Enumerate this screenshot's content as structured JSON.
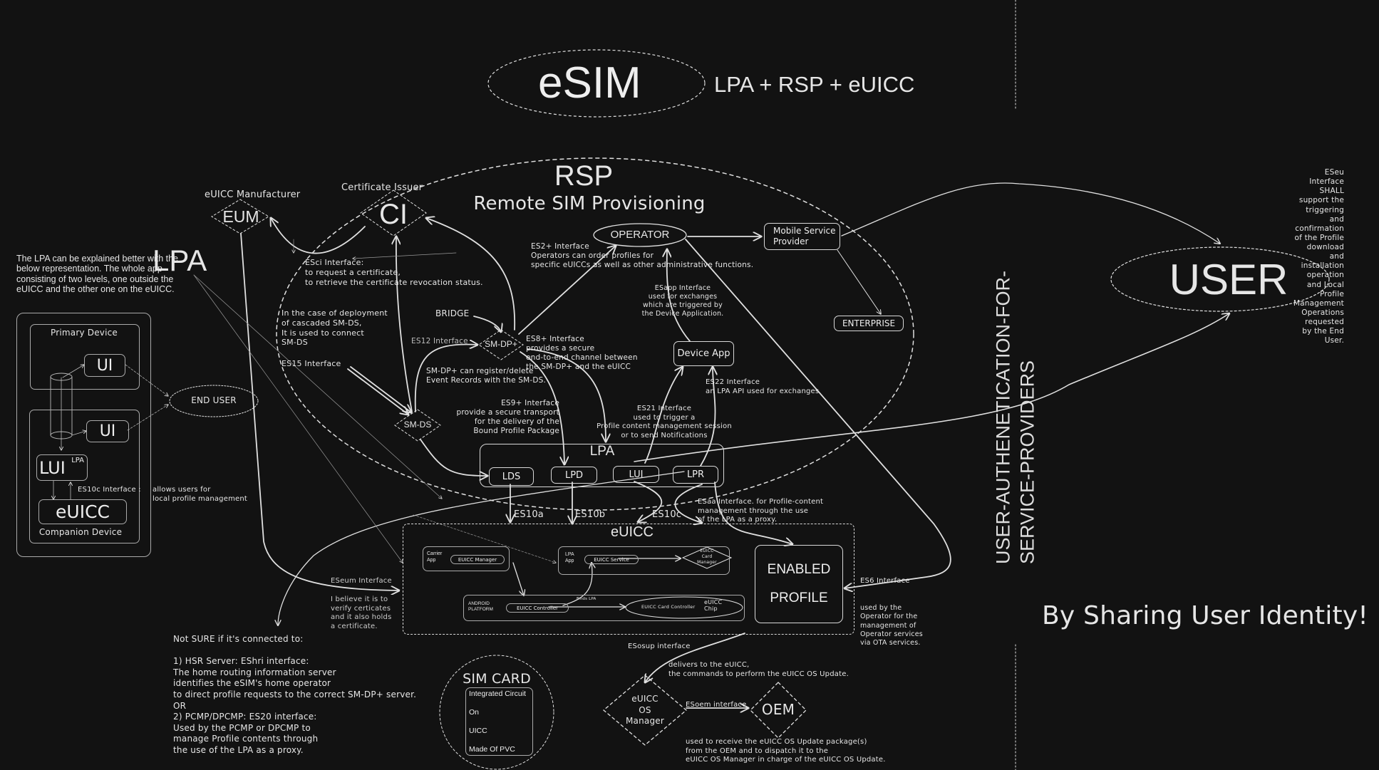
{
  "title": {
    "esim": "eSIM",
    "formula": "LPA + RSP + eUICC"
  },
  "rsp": {
    "title": "RSP",
    "subtitle": "Remote SIM Provisioning"
  },
  "divider_text": "USER-AUTHENETICATION-FOR-SERVICE-PROVIDERS",
  "user": {
    "label": "USER",
    "tagline": "By Sharing User Identity!"
  },
  "eseu": "ESeu Interface\nSHALL support the triggering and confirmation\nof the Profile download and installation operation\nand Local Profile Management Operations\nrequested by the End User.",
  "eum": {
    "caption": "eUICC Manufacturer",
    "label": "EUM"
  },
  "ci": {
    "caption": "Certificate Issuer",
    "label": "CI"
  },
  "lpa_side": {
    "title": "LPA",
    "explanation": "The LPA can be explained better with the below representation. The whole app consisting of two levels, one outside the eUICC and the other one on the eUICC.",
    "primary_device": "Primary Device",
    "ui1": "UI",
    "ui2": "UI",
    "lui": "LUI",
    "lui_sup": "LPA",
    "euicc": "eUICC",
    "companion_device": "Companion Device",
    "end_user": "END USER",
    "es10c": "ES10c Interface :",
    "es10c_desc": "allows users for\nlocal profile management"
  },
  "notes": {
    "esci": "ESci Interface:\nto request a certificate,\nto retrieve the certificate revocation status.",
    "cascade": "In the case of deployment\nof cascaded SM-DS,\nIt is used to connect\nSM-DS",
    "es15": "ES15 Interface",
    "bridge": "BRIDGE",
    "es12": "ES12 Interface",
    "es2": "ES2+ Interface\nOperators can order profiles for\nspecific eUICCs    as well as other administrative functions.",
    "es8": "ES8+ Interface\n              provides a secure\nend-to-end    channel between\n       the SM-DP+ and the eUICC",
    "register": "SM-DP+ can register/delete\nEvent Records with the SM-DS.",
    "es9": "ES9+ Interface\nprovide a secure transport\nfor the delivery of the\nBound Profile Package",
    "esapp": "ESapp Interface\nused for exchanges\nwhich are triggered by\nthe Device Application.",
    "es22": "ES22 Interface\nan LPA API used for exchanges",
    "es21": "ES21 Interface\nused to trigger a\nProfile content management session\nor to send Notifications",
    "esaa": "ESaa Interface.  for Profile-content\nmanagement through the use\n      of the LPA as a proxy.",
    "es6": "ES6 Interface",
    "es6_desc": "used by the\nOperator for the\nmanagement of\nOperator services\nvia OTA services.",
    "eseum": "ESeum Interface",
    "eseum_desc": "I believe it is to\nverify certicates\nand it also holds\na certificate.",
    "not_sure": "Not SURE if it's connected to:\n\n1) HSR Server: EShri interface:\nThe home routing information server\nidentifies the eSIM's home operator\nto direct profile requests to the correct SM-DP+ server.\n                 OR\n2) PCMP/DPCMP: ES20 interface:\n Used by the PCMP or DPCMP to\nmanage Profile contents through\nthe use of the LPA as a proxy.",
    "esosup": "ESosup interface",
    "esosup_desc": "delivers to the eUICC,\nthe commands to perform the eUICC OS Update.",
    "esoem": "ESoem interface",
    "esoem_desc": "used to receive the eUICC OS Update package(s)\nfrom the OEM and to dispatch it to the\neUICC OS Manager in charge of the eUICC OS Update."
  },
  "nodes": {
    "smdp": "SM-DP+",
    "smds": "SM-DS",
    "operator": "OPERATOR",
    "msp": "Mobile Service\nProvider",
    "enterprise": "ENTERPRISE",
    "device_app": "Device App"
  },
  "lpa": {
    "label": "LPA",
    "lds": "LDS",
    "lpd": "LPD",
    "lui": "LUI",
    "lpr": "LPR",
    "es10a": "ES10a",
    "es10b": "ES10b",
    "es10c": "ES10c"
  },
  "euicc": {
    "label": "eUICC",
    "carrier_app": "Carrier\nApp",
    "euicc_manager": "EUICC Manager",
    "lpa_app": "LPA\nApp",
    "euicc_service": "EUICC Service",
    "card_manager": "EUICC\nCard\nManager",
    "android": "ANDROID\nPLATFORM",
    "controller": "EUICC Controller",
    "finds_lpa": "Finds LPA",
    "card_controller": "EUICC Card Controller",
    "chip": "eUICC\nChip",
    "enabled_profile": "ENABLED\n\nPROFILE"
  },
  "sim_card": {
    "title": "SIM CARD",
    "items": [
      "Integrated Circuit",
      "On",
      "UICC",
      "Made Of PVC"
    ]
  },
  "os": {
    "manager": "eUICC\nOS\nManager",
    "oem": "OEM"
  }
}
